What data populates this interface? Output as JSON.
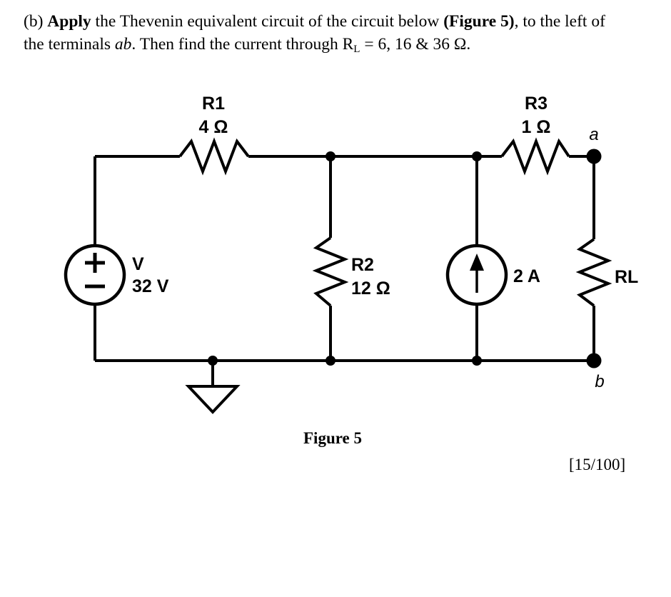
{
  "problem": {
    "line1": {
      "seg1": "(b) ",
      "bold1": "Apply",
      "seg2": " the Thevenin equivalent circuit of the circuit below ",
      "bold2": "(Figure 5)",
      "seg3": ", to the left of"
    },
    "line2": {
      "seg1": "the terminals ",
      "italic1": "ab",
      "seg2": ". Then find the current through R",
      "sub1": "L",
      "seg3": " = 6, 16 & 36 Ω."
    }
  },
  "circuit": {
    "r1": {
      "label": "R1",
      "value": "4 Ω"
    },
    "r2": {
      "label": "R2",
      "value": "12 Ω"
    },
    "r3": {
      "label": "R3",
      "value": "1 Ω"
    },
    "rl": {
      "label": "RL"
    },
    "voltage_source": {
      "label": "V",
      "value": "32 V"
    },
    "current_source": {
      "value": "2 A"
    },
    "terminal_a": "a",
    "terminal_b": "b"
  },
  "figure": {
    "caption": "Figure 5",
    "score": "[15/100]"
  },
  "colors": {
    "ink": "#000000",
    "background": "#ffffff"
  }
}
